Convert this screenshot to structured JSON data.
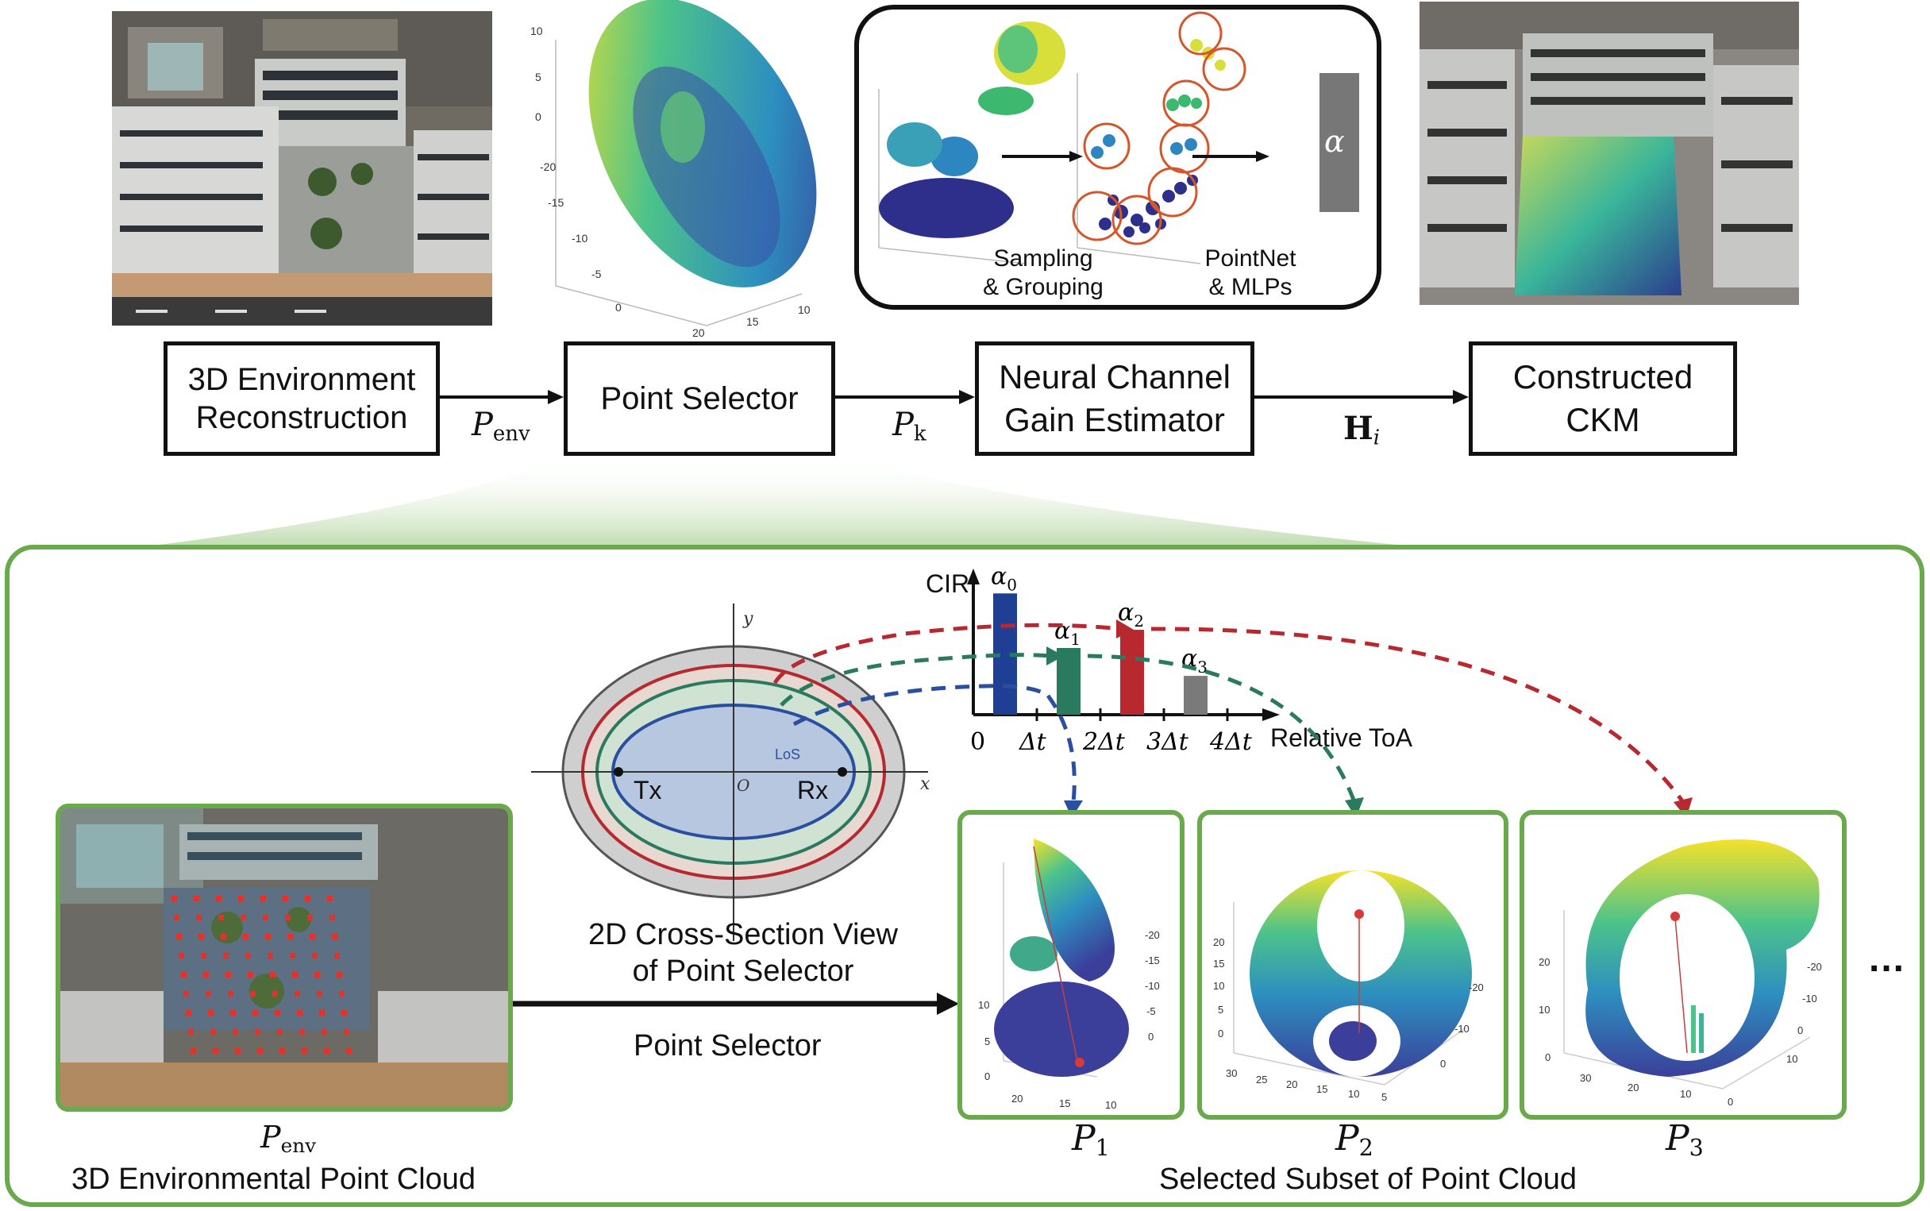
{
  "pipeline": {
    "box_env_line1": "3D Environment",
    "box_env_line2": "Reconstruction",
    "box_selector": "Point Selector",
    "box_estimator_line1": "Neural Channel",
    "box_estimator_line2": "Gain Estimator",
    "box_ckm_line1": "Constructed",
    "box_ckm_line2": "CKM",
    "label_penv_base": "P",
    "label_penv_sub": "env",
    "label_pk_base": "P",
    "label_pk_sub": "k",
    "label_h_base": "H",
    "label_h_sub": "i"
  },
  "estimator_panel": {
    "sampling_line1": "Sampling",
    "sampling_line2": "& Grouping",
    "pointnet_line1": "PointNet",
    "pointnet_line2": "& MLPs",
    "alpha": "α"
  },
  "ellipsoid_ticks": [
    "10",
    "5",
    "0",
    "-20",
    "-15",
    "-10",
    "-5",
    "0",
    "20",
    "15",
    "10"
  ],
  "cross_section": {
    "axis_x": "x",
    "axis_y": "y",
    "origin": "O",
    "tx": "Tx",
    "rx": "Rx",
    "los": "LoS",
    "caption_line1": "2D Cross-Section View",
    "caption_line2": "of Point Selector"
  },
  "cir": {
    "ylabel": "CIR",
    "xlabel": "Relative ToA",
    "tick_labels": [
      "0",
      "Δt",
      "2Δt",
      "3Δt",
      "4Δt"
    ],
    "alpha_labels": [
      {
        "base": "α",
        "sub": "0"
      },
      {
        "base": "α",
        "sub": "1"
      },
      {
        "base": "α",
        "sub": "2"
      },
      {
        "base": "α",
        "sub": "3"
      }
    ],
    "bar_colors": [
      "#1f3f95",
      "#2a7a5f",
      "#b8282f",
      "#7a7a7a"
    ]
  },
  "chart_data": {
    "type": "bar",
    "categories": [
      "0",
      "Δt",
      "2Δt",
      "3Δt"
    ],
    "values": [
      1.0,
      0.55,
      0.7,
      0.32
    ],
    "title": "",
    "xlabel": "Relative ToA",
    "ylabel": "CIR",
    "ylim": [
      0,
      1.1
    ]
  },
  "bottom": {
    "env_base": "P",
    "env_sub": "env",
    "env_caption": "3D Environmental Point Cloud",
    "arrow_label": "Point Selector",
    "subset_caption": "Selected Subset of Point Cloud",
    "ellipsis": "...",
    "subsets": [
      {
        "base": "P",
        "sub": "1"
      },
      {
        "base": "P",
        "sub": "2"
      },
      {
        "base": "P",
        "sub": "3"
      }
    ],
    "p1_ticks": [
      "-20",
      "-15",
      "-10",
      "-5",
      "0",
      "10",
      "5",
      "0",
      "20",
      "15",
      "10"
    ],
    "p2_ticks": [
      "20",
      "15",
      "10",
      "5",
      "0",
      "-20",
      "-10",
      "0",
      "30",
      "25",
      "20",
      "15",
      "10",
      "5"
    ],
    "p3_ticks": [
      "20",
      "10",
      "0",
      "-20",
      "-10",
      "0",
      "10",
      "30",
      "20",
      "10",
      "0"
    ]
  },
  "colors": {
    "green_frame": "#6aaa4c",
    "arrow_red": "#b8282f",
    "arrow_green": "#2a7a5f",
    "arrow_blue": "#2b4fa0"
  }
}
